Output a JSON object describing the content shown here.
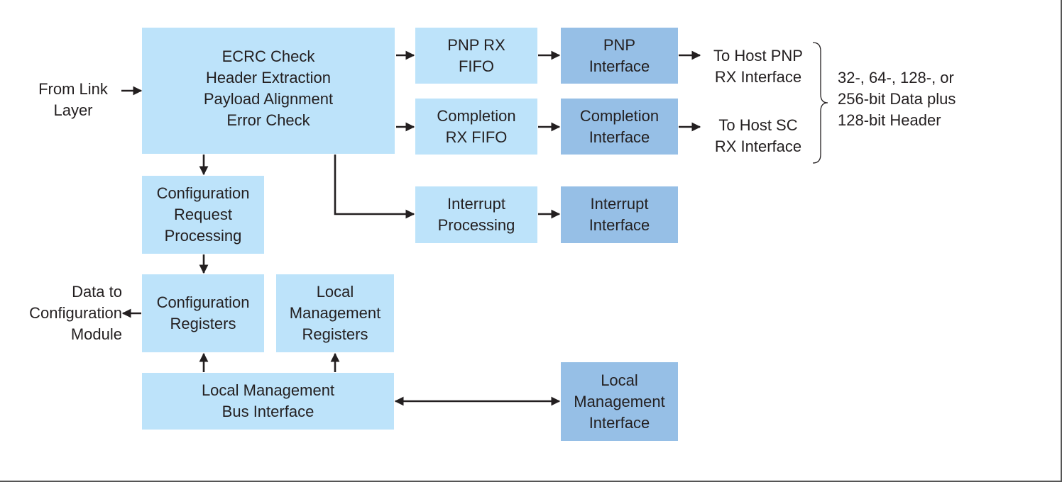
{
  "blocks": {
    "ecrc": "ECRC Check\nHeader Extraction\nPayload Alignment\nError Check",
    "pnp_fifo": "PNP RX\nFIFO",
    "pnp_if": "PNP\nInterface",
    "cpl_fifo": "Completion\nRX FIFO",
    "cpl_if": "Completion\nInterface",
    "int_proc": "Interrupt\nProcessing",
    "int_if": "Interrupt\nInterface",
    "cfg_req": "Configuration\nRequest\nProcessing",
    "cfg_regs": "Configuration\nRegisters",
    "lm_regs": "Local\nManagement\nRegisters",
    "lm_bus": "Local Management\nBus Interface",
    "lm_if": "Local\nManagement\nInterface"
  },
  "labels": {
    "from_link": "From Link\nLayer",
    "data_cfg": "Data to\nConfiguration\nModule",
    "host_pnp": "To Host PNP\nRX Interface",
    "host_sc": "To Host SC\nRX Interface",
    "bus_width": "32-, 64-, 128-, or\n256-bit Data plus\n128-bit Header"
  },
  "colors": {
    "light_block": "#bde3fa",
    "dark_block": "#96bfe6",
    "line": "#231f20"
  }
}
